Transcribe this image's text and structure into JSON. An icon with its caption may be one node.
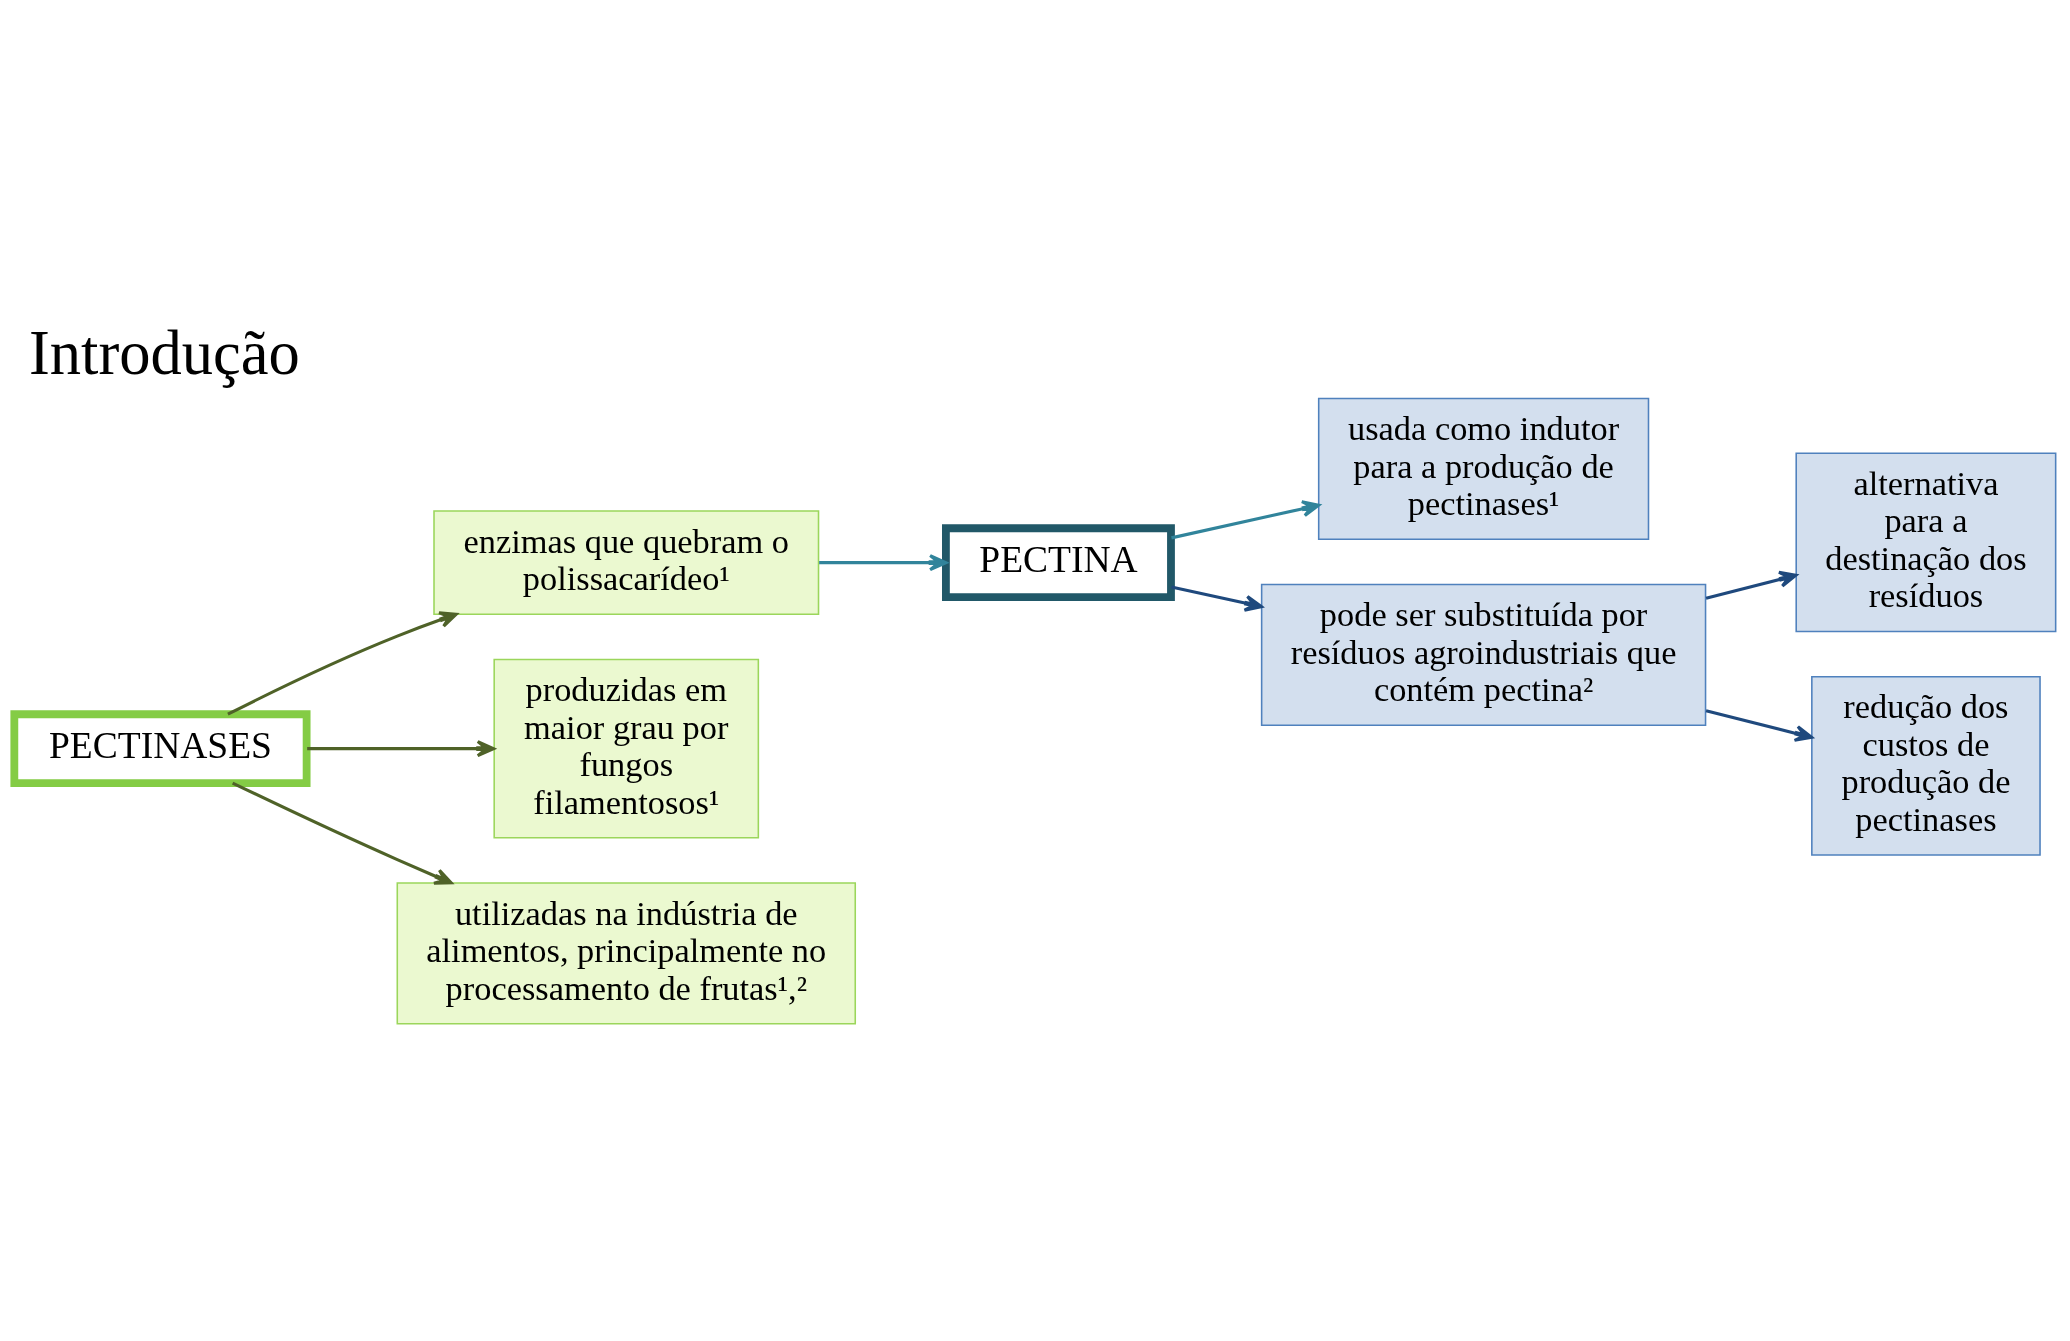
{
  "diagram": {
    "title": "Introdução",
    "nodes": [
      {
        "text": [
          "PECTINASES"
        ]
      },
      {
        "text": [
          "enzimas que quebram o polissacarídeo¹"
        ]
      },
      {
        "text": [
          "produzidas em maior grau por fungos filamentosos¹"
        ]
      },
      {
        "text": [
          "utilizadas na indústria de alimentos, principalmente no processamento de frutas¹,²"
        ]
      },
      {
        "text": [
          "PECTINA"
        ]
      },
      {
        "text": [
          "usada como indutor para a produção de pectinases¹"
        ]
      },
      {
        "text": [
          "pode ser substituída por resíduos agroindustriais que contém pectina²"
        ]
      },
      {
        "text": [
          "alternativa para a destinação dos resíduos"
        ]
      },
      {
        "text": [
          "redução dos custos de produção de pectinases"
        ]
      }
    ],
    "edges": [
      {
        "from": 0,
        "to": 1,
        "arrow": "to",
        "color": "#4f6228"
      },
      {
        "from": 0,
        "to": 2,
        "arrow": "to",
        "color": "#4f6228"
      },
      {
        "from": 0,
        "to": 3,
        "arrow": "to",
        "color": "#4f6228"
      },
      {
        "from": 1,
        "to": 4,
        "arrow": "to",
        "color": "#31849b"
      },
      {
        "from": 4,
        "to": 5,
        "arrow": "to",
        "color": "#31849b"
      },
      {
        "from": 4,
        "to": 6,
        "arrow": "to",
        "color": "#1f497d"
      },
      {
        "from": 6,
        "to": 7,
        "arrow": "to",
        "color": "#1f497d"
      },
      {
        "from": 6,
        "to": 8,
        "arrow": "to",
        "color": "#1f497d"
      }
    ]
  }
}
